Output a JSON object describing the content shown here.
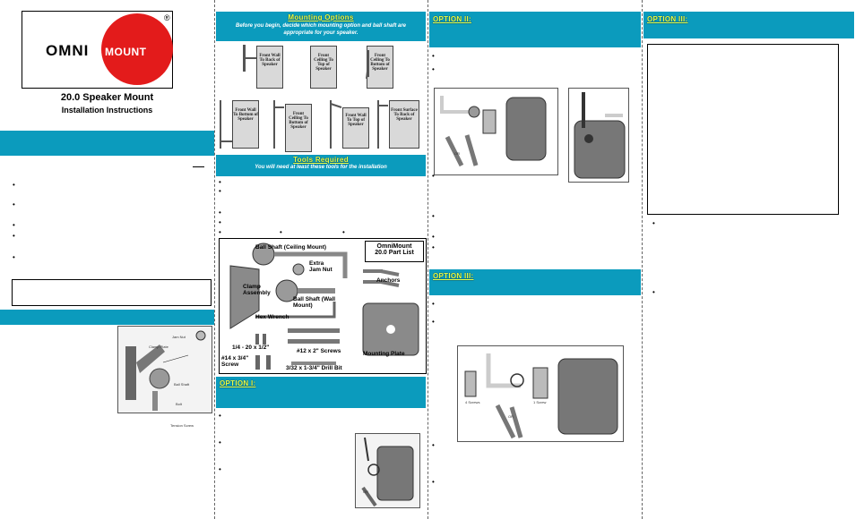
{
  "header": {
    "brand_left": "OMNI",
    "brand_right": "MOUNT",
    "registered": "®",
    "product_title": "20.0 Speaker Mount",
    "subtitle": "Installation Instructions"
  },
  "mounting_options": {
    "title": "Mounting Options",
    "subtitle": "Before you begin, decide which mounting option and ball shaft are appropriate for your speaker.",
    "cards": [
      "Front Wall To Back of Speaker",
      "Front Ceiling To Top of Speaker",
      "Front Ceiling To Bottom of Speaker",
      "Front Wall To Bottom of Speaker",
      "Front Ceiling To Bottom of Speaker",
      "Front Wall To Top of Speaker",
      "Front Surface To Back of Speaker"
    ]
  },
  "tools": {
    "title": "Tools Required",
    "subtitle": "You will need at least these tools for the installation"
  },
  "parts": {
    "title_line1": "OmniMount",
    "title_line2": "20.0 Part List",
    "labels": {
      "ball_shaft_ceiling": "Ball Shaft (Ceiling Mount)",
      "extra_jam_nut": "Extra Jam Nut",
      "anchors": "Anchors",
      "clamp_assembly": "Clamp Assembly",
      "ball_shaft_wall": "Ball Shaft (Wall Mount)",
      "hex_wrench": "Hex Wrench",
      "screw_quarter": "1/4 - 20 x 1/2\"",
      "screw_12": "#12 x 2\" Screws",
      "screw_14": "#14 x 3/4\" Screw",
      "drill_bit": "3/32 x 1-3/4\" Drill Bit",
      "mounting_plate": "Mounting Plate"
    }
  },
  "sections": {
    "option_i": "OPTION I:",
    "option_ii": "OPTION II:",
    "option_iii_a": "OPTION III:",
    "option_iii_b": "OPTION III:"
  },
  "diagram_labels": {
    "jam_nut": "Jam Nut",
    "clamp_plate": "Clamp Plate",
    "ball_shaft": "Ball Shaft",
    "tension_screw": "Tension Screw",
    "bolt": "Bolt",
    "or": "OR",
    "four_screws": "4 Screws",
    "one_screw": "1 Screw"
  },
  "colors": {
    "accent": "#0b9bbd",
    "title_text": "#e8ff4a",
    "logo_red": "#e31b1b"
  }
}
